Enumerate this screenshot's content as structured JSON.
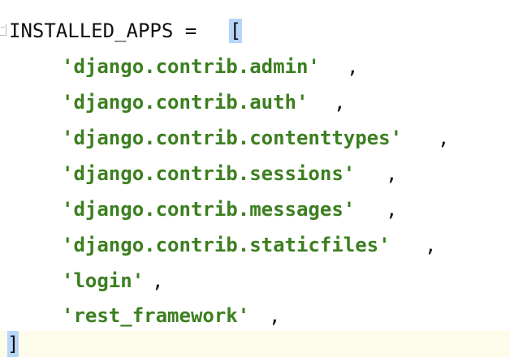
{
  "code": {
    "assign_line": "INSTALLED_APPS = ",
    "open_bracket": "[",
    "entries": [
      "'django.contrib.admin'",
      "'django.contrib.auth'",
      "'django.contrib.contenttypes'",
      "'django.contrib.sessions'",
      "'django.contrib.messages'",
      "'django.contrib.staticfiles'",
      "'login'",
      "'rest_framework'"
    ],
    "separator": ",",
    "close_bracket": "]"
  },
  "colors": {
    "string": "#3c7f20",
    "bracket_highlight": "#b6d5f9",
    "current_line": "#fdfbe9"
  },
  "icons": {
    "fold_marker": "fold-gutter-icon"
  }
}
